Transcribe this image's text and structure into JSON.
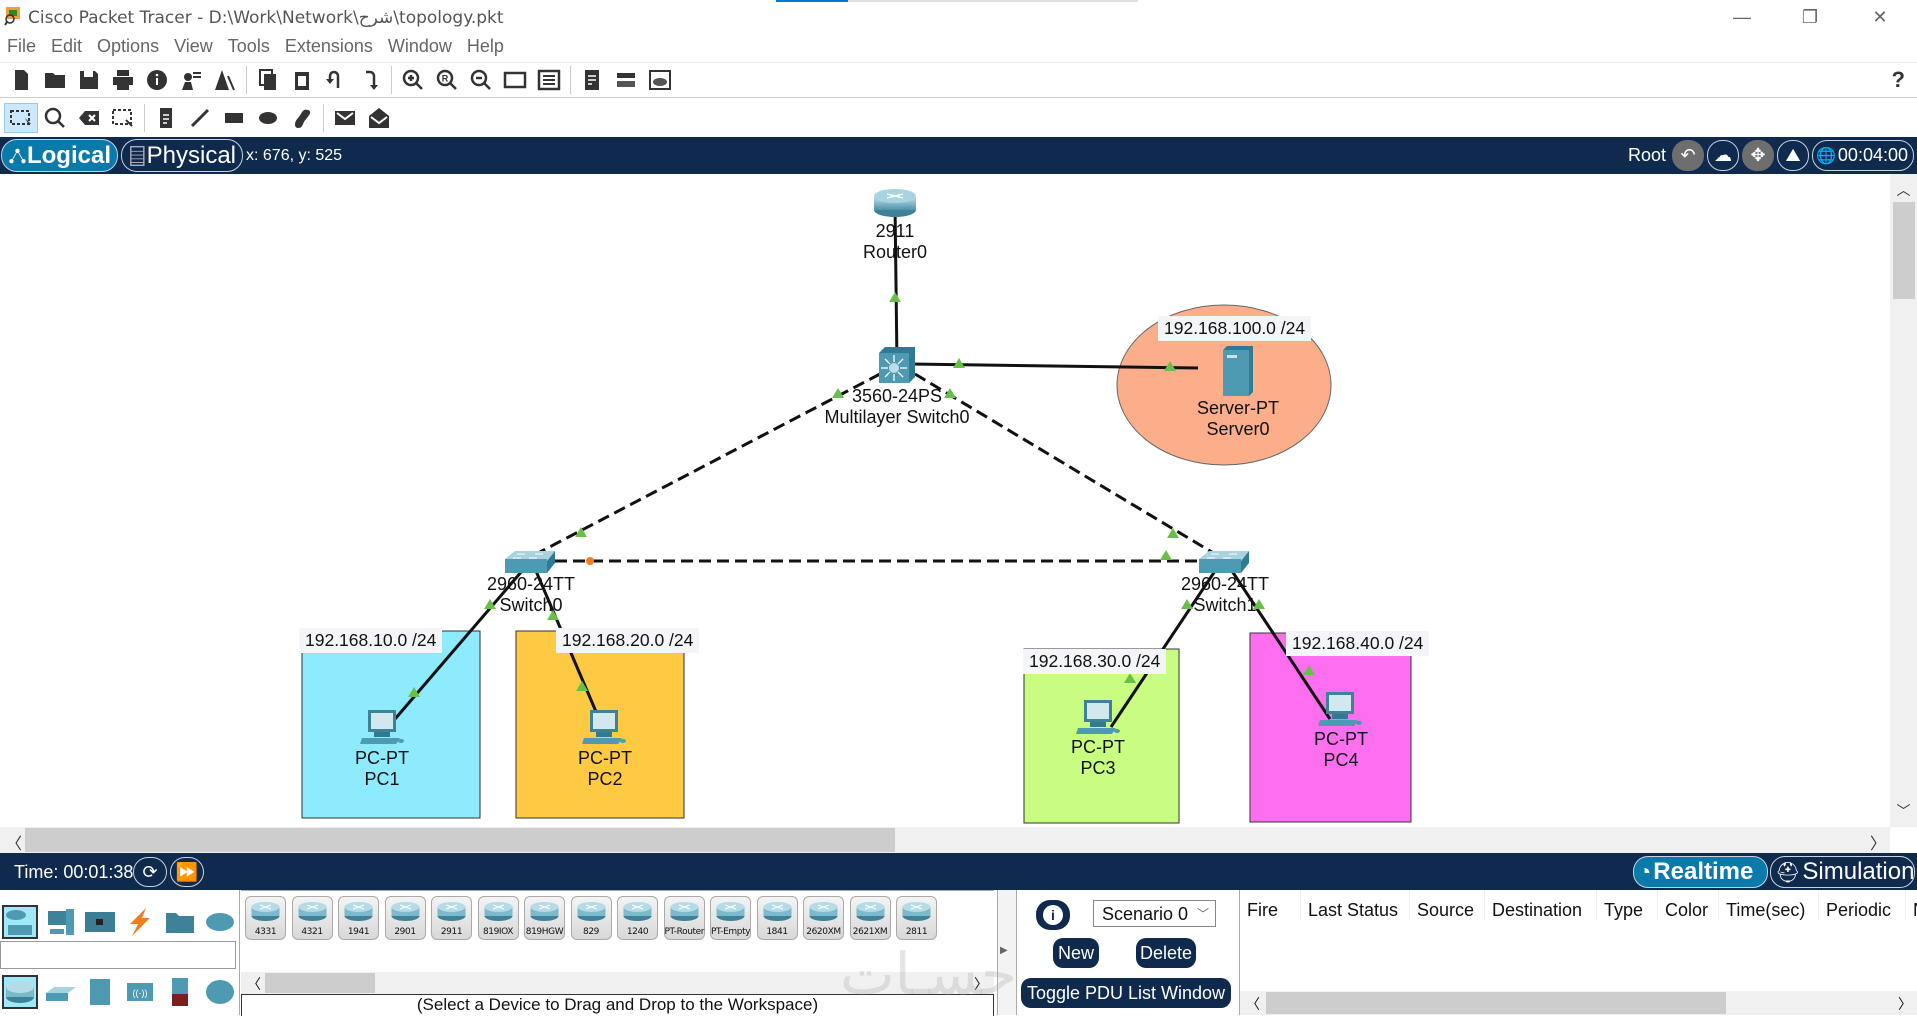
{
  "window": {
    "title": "Cisco Packet Tracer - D:\\Work\\Network\\شرح\\topology.pkt",
    "controls": [
      "minimize",
      "restore",
      "close"
    ]
  },
  "menu": [
    "File",
    "Edit",
    "Options",
    "View",
    "Tools",
    "Extensions",
    "Window",
    "Help"
  ],
  "toolbar1": {
    "icons": [
      "new-file",
      "open-folder",
      "save",
      "print",
      "info",
      "activity-wizard",
      "custom-devices",
      "copy",
      "paste",
      "undo",
      "redo",
      "zoom-in",
      "zoom-reset",
      "zoom-out",
      "drawing-palette",
      "custom-devices-dialog",
      "notes",
      "device-template",
      "cluster"
    ],
    "help_label": "?"
  },
  "toolbar2": {
    "icons": [
      "select",
      "inspect",
      "delete",
      "resize-shape",
      "place-note",
      "draw-line",
      "draw-rectangle",
      "draw-ellipse",
      "draw-freeform",
      "add-simple-pdu",
      "add-complex-pdu"
    ]
  },
  "modebar": {
    "logical_label": "Logical",
    "physical_label": "Physical",
    "coords": "x: 676, y: 525",
    "root_label": "Root",
    "clock": "00:04:00"
  },
  "topology": {
    "devices": [
      {
        "id": "router0",
        "model": "2911",
        "name": "Router0",
        "type": "router"
      },
      {
        "id": "mls0",
        "model": "3560-24PS",
        "name": "Multilayer Switch0",
        "type": "multilayer-switch"
      },
      {
        "id": "server0",
        "model": "Server-PT",
        "name": "Server0",
        "type": "server"
      },
      {
        "id": "switch0",
        "model": "2960-24TT",
        "name": "Switch0",
        "type": "switch"
      },
      {
        "id": "switch1",
        "model": "2960-24TT",
        "name": "Switch1",
        "type": "switch"
      },
      {
        "id": "pc1",
        "model": "PC-PT",
        "name": "PC1",
        "type": "pc"
      },
      {
        "id": "pc2",
        "model": "PC-PT",
        "name": "PC2",
        "type": "pc"
      },
      {
        "id": "pc3",
        "model": "PC-PT",
        "name": "PC3",
        "type": "pc"
      },
      {
        "id": "pc4",
        "model": "PC-PT",
        "name": "PC4",
        "type": "pc"
      }
    ],
    "links": [
      {
        "from": "router0",
        "to": "mls0",
        "style": "solid",
        "status": "up"
      },
      {
        "from": "mls0",
        "to": "server0",
        "style": "solid",
        "status": "up"
      },
      {
        "from": "mls0",
        "to": "switch0",
        "style": "dashed",
        "status": "up"
      },
      {
        "from": "mls0",
        "to": "switch1",
        "style": "dashed",
        "status": "up"
      },
      {
        "from": "switch0",
        "to": "switch1",
        "style": "dashed",
        "status": "blocking"
      },
      {
        "from": "switch0",
        "to": "pc1",
        "style": "solid",
        "status": "up"
      },
      {
        "from": "switch0",
        "to": "pc2",
        "style": "solid",
        "status": "up"
      },
      {
        "from": "switch1",
        "to": "pc3",
        "style": "solid",
        "status": "up"
      },
      {
        "from": "switch1",
        "to": "pc4",
        "style": "solid",
        "status": "up"
      }
    ],
    "networks": [
      {
        "label": "192.168.100.0 /24",
        "shape": "ellipse",
        "color": "#fcae8b"
      },
      {
        "label": "192.168.10.0 /24",
        "shape": "rect",
        "color": "#8eeafd"
      },
      {
        "label": "192.168.20.0 /24",
        "shape": "rect",
        "color": "#fec943"
      },
      {
        "label": "192.168.30.0 /24",
        "shape": "rect",
        "color": "#c8fd82"
      },
      {
        "label": "192.168.40.0 /24",
        "shape": "rect",
        "color": "#fe6ff0"
      }
    ],
    "link_up_color": "#6abf4b",
    "link_blocking_color": "#f07d1e"
  },
  "statusbar": {
    "time_label": "Time: 00:01:38",
    "realtime_label": "Realtime",
    "simulation_label": "Simulation"
  },
  "device_panel": {
    "categories": [
      "network-devices",
      "end-devices",
      "components",
      "connections",
      "miscellaneous",
      "multiuser"
    ],
    "subcategories": [
      "routers",
      "switches",
      "hubs",
      "wireless-devices",
      "security",
      "wan-emulation"
    ],
    "devices": [
      "4331",
      "4321",
      "1941",
      "2901",
      "2911",
      "819IOX",
      "819HGW",
      "829",
      "1240",
      "PT-Router",
      "PT-Empty",
      "1841",
      "2620XM",
      "2621XM",
      "2811"
    ],
    "hint": "(Select a Device to Drag and Drop to the Workspace)"
  },
  "scenario_panel": {
    "scenario_value": "Scenario 0",
    "new_label": "New",
    "delete_label": "Delete",
    "toggle_label": "Toggle PDU List Window"
  },
  "pdu_table": {
    "columns": [
      "Fire",
      "Last Status",
      "Source",
      "Destination",
      "Type",
      "Color",
      "Time(sec)",
      "Periodic",
      "N"
    ],
    "rows": []
  },
  "colors": {
    "navy": "#0f2a4d",
    "accent": "#0a7aaa"
  }
}
